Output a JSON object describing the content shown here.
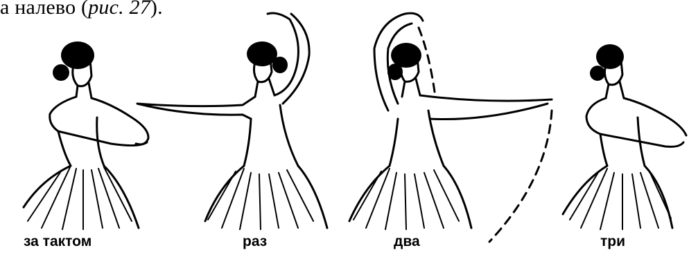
{
  "caption": {
    "prefix": "а налево (",
    "ref": "рис. 27",
    "suffix": ")."
  },
  "figures": [
    {
      "label": "за тактом"
    },
    {
      "label": "раз"
    },
    {
      "label": "два"
    },
    {
      "label": "три"
    }
  ]
}
